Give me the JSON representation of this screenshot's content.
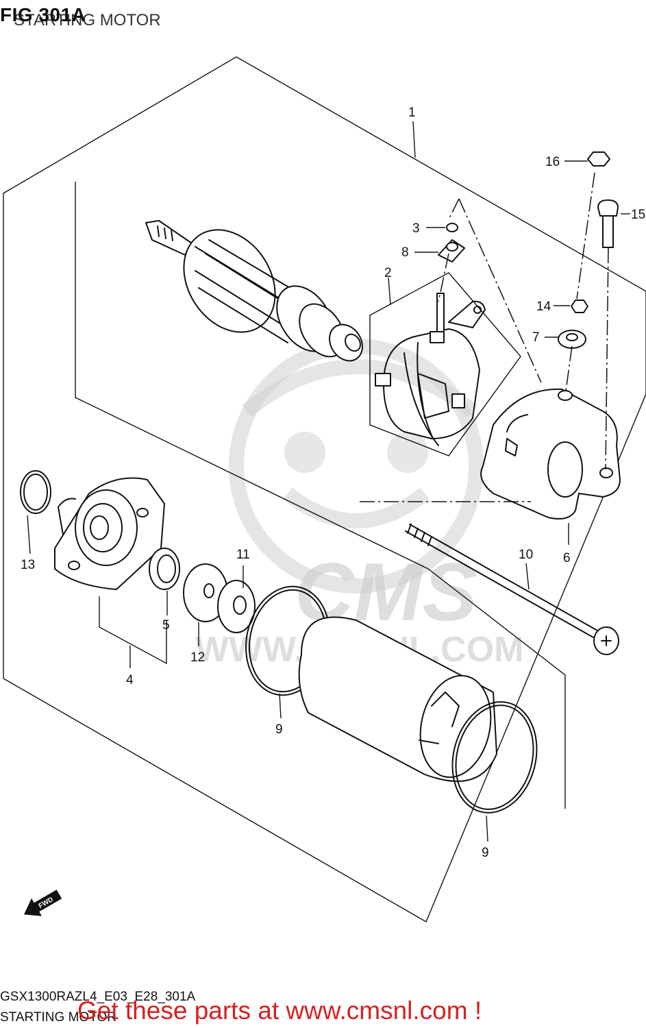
{
  "header": {
    "title": "FIG 301A",
    "subtitle": "STARTING MOTOR"
  },
  "watermark": {
    "logo": "CMS",
    "url": "WWW.CMSNL.COM"
  },
  "fwd_label": "FWD",
  "callouts": [
    {
      "id": "c1",
      "label": "1"
    },
    {
      "id": "c2",
      "label": "2"
    },
    {
      "id": "c3",
      "label": "3"
    },
    {
      "id": "c4",
      "label": "4"
    },
    {
      "id": "c5",
      "label": "5"
    },
    {
      "id": "c6",
      "label": "6"
    },
    {
      "id": "c7",
      "label": "7"
    },
    {
      "id": "c8",
      "label": "8"
    },
    {
      "id": "c9a",
      "label": "9"
    },
    {
      "id": "c9b",
      "label": "9"
    },
    {
      "id": "c10",
      "label": "10"
    },
    {
      "id": "c11",
      "label": "11"
    },
    {
      "id": "c12",
      "label": "12"
    },
    {
      "id": "c13",
      "label": "13"
    },
    {
      "id": "c14",
      "label": "14"
    },
    {
      "id": "c15",
      "label": "15"
    },
    {
      "id": "c16",
      "label": "16"
    }
  ],
  "footer": {
    "code": "GSX1300RAZL4_E03_E28_301A",
    "name": "STARTING MOTOR",
    "link": "Get these parts at www.cmsnl.com !"
  },
  "colors": {
    "link": "#d71f1f",
    "ink": "#111111",
    "watermark": "#cfcfcf"
  }
}
